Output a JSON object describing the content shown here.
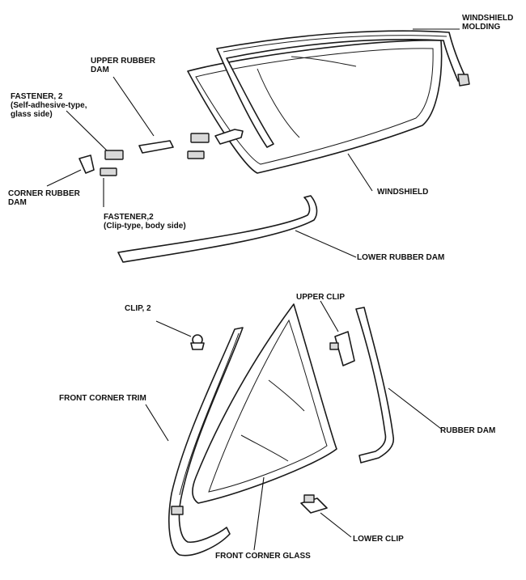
{
  "labels": {
    "windshield_molding": [
      "WINDSHIELD",
      "MOLDING"
    ],
    "upper_rubber_dam": [
      "UPPER RUBBER",
      "DAM"
    ],
    "fastener_glass": [
      "FASTENER, 2",
      "(Self-adhesive-type,",
      "glass side)"
    ],
    "corner_rubber_dam": [
      "CORNER RUBBER",
      "DAM"
    ],
    "fastener_body": [
      "FASTENER,2",
      "(Clip-type, body side)"
    ],
    "windshield": "WINDSHIELD",
    "lower_rubber_dam": "LOWER RUBBER DAM",
    "upper_clip": "UPPER CLIP",
    "clip_2": "CLIP, 2",
    "front_corner_trim": "FRONT CORNER TRIM",
    "rubber_dam": "RUBBER DAM",
    "lower_clip": "LOWER CLIP",
    "front_corner_glass": "FRONT CORNER GLASS"
  },
  "colors": {
    "line": "#1a1a1a",
    "shading": "#d9d9d9",
    "background": "#ffffff"
  }
}
